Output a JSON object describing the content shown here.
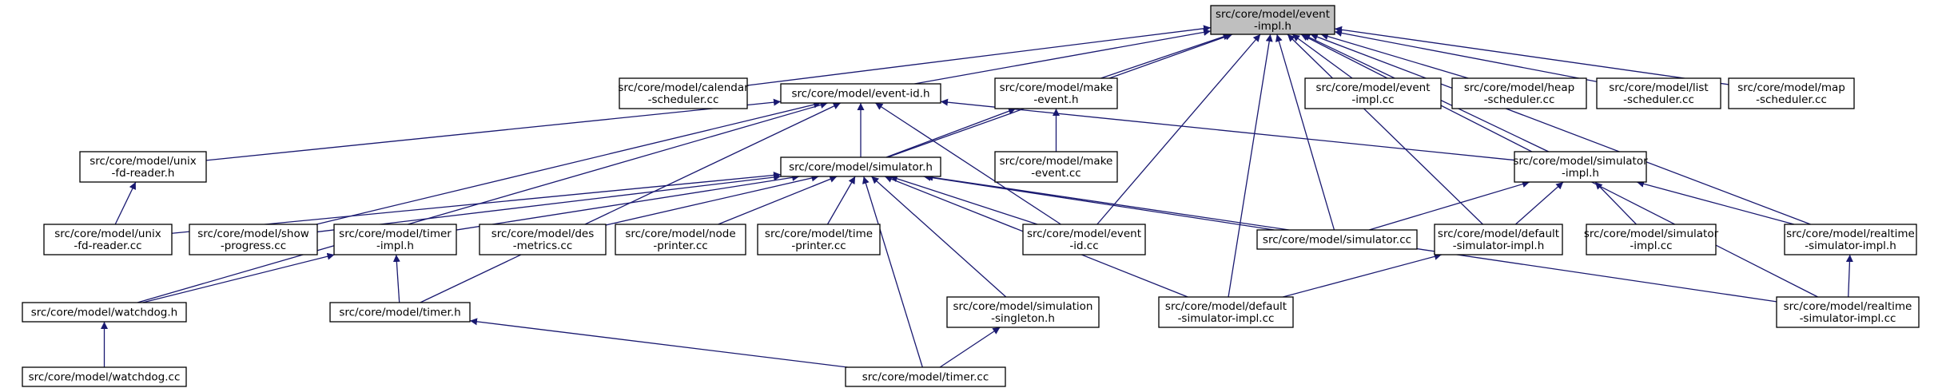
{
  "arrow_color": "#191970",
  "root_fill": "#bfbfbf",
  "nodes": [
    {
      "id": "event-impl-h",
      "lines": [
        "src/core/model/event",
        "-impl.h"
      ],
      "root": true
    },
    {
      "id": "calendar-scheduler-cc",
      "lines": [
        "src/core/model/calendar",
        "-scheduler.cc"
      ]
    },
    {
      "id": "event-id-h",
      "lines": [
        "src/core/model/event-id.h"
      ]
    },
    {
      "id": "make-event-h",
      "lines": [
        "src/core/model/make",
        "-event.h"
      ]
    },
    {
      "id": "event-impl-cc",
      "lines": [
        "src/core/model/event",
        "-impl.cc"
      ]
    },
    {
      "id": "heap-scheduler-cc",
      "lines": [
        "src/core/model/heap",
        "-scheduler.cc"
      ]
    },
    {
      "id": "list-scheduler-cc",
      "lines": [
        "src/core/model/list",
        "-scheduler.cc"
      ]
    },
    {
      "id": "map-scheduler-cc",
      "lines": [
        "src/core/model/map",
        "-scheduler.cc"
      ]
    },
    {
      "id": "unix-fd-reader-h",
      "lines": [
        "src/core/model/unix",
        "-fd-reader.h"
      ]
    },
    {
      "id": "simulator-h",
      "lines": [
        "src/core/model/simulator.h"
      ]
    },
    {
      "id": "make-event-cc",
      "lines": [
        "src/core/model/make",
        "-event.cc"
      ]
    },
    {
      "id": "simulator-impl-h",
      "lines": [
        "src/core/model/simulator",
        "-impl.h"
      ]
    },
    {
      "id": "unix-fd-reader-cc",
      "lines": [
        "src/core/model/unix",
        "-fd-reader.cc"
      ]
    },
    {
      "id": "show-progress-cc",
      "lines": [
        "src/core/model/show",
        "-progress.cc"
      ]
    },
    {
      "id": "timer-impl-h",
      "lines": [
        "src/core/model/timer",
        "-impl.h"
      ]
    },
    {
      "id": "des-metrics-cc",
      "lines": [
        "src/core/model/des",
        "-metrics.cc"
      ]
    },
    {
      "id": "node-printer-cc",
      "lines": [
        "src/core/model/node",
        "-printer.cc"
      ]
    },
    {
      "id": "time-printer-cc",
      "lines": [
        "src/core/model/time",
        "-printer.cc"
      ]
    },
    {
      "id": "event-id-cc",
      "lines": [
        "src/core/model/event",
        "-id.cc"
      ]
    },
    {
      "id": "simulator-cc",
      "lines": [
        "src/core/model/simulator.cc"
      ]
    },
    {
      "id": "default-simulator-impl-h",
      "lines": [
        "src/core/model/default",
        "-simulator-impl.h"
      ]
    },
    {
      "id": "simulator-impl-cc",
      "lines": [
        "src/core/model/simulator",
        "-impl.cc"
      ]
    },
    {
      "id": "realtime-simulator-impl-h",
      "lines": [
        "src/core/model/realtime",
        "-simulator-impl.h"
      ]
    },
    {
      "id": "watchdog-h",
      "lines": [
        "src/core/model/watchdog.h"
      ]
    },
    {
      "id": "timer-h",
      "lines": [
        "src/core/model/timer.h"
      ]
    },
    {
      "id": "simulation-singleton-h",
      "lines": [
        "src/core/model/simulation",
        "-singleton.h"
      ]
    },
    {
      "id": "default-simulator-impl-cc",
      "lines": [
        "src/core/model/default",
        "-simulator-impl.cc"
      ]
    },
    {
      "id": "realtime-simulator-impl-cc",
      "lines": [
        "src/core/model/realtime",
        "-simulator-impl.cc"
      ]
    },
    {
      "id": "watchdog-cc",
      "lines": [
        "src/core/model/watchdog.cc"
      ]
    },
    {
      "id": "timer-cc",
      "lines": [
        "src/core/model/timer.cc"
      ]
    }
  ],
  "edges": [
    {
      "from": "calendar-scheduler-cc",
      "to": "event-impl-h"
    },
    {
      "from": "event-id-h",
      "to": "event-impl-h"
    },
    {
      "from": "make-event-h",
      "to": "event-impl-h"
    },
    {
      "from": "event-impl-cc",
      "to": "event-impl-h"
    },
    {
      "from": "heap-scheduler-cc",
      "to": "event-impl-h"
    },
    {
      "from": "list-scheduler-cc",
      "to": "event-impl-h"
    },
    {
      "from": "map-scheduler-cc",
      "to": "event-impl-h"
    },
    {
      "from": "simulator-h",
      "to": "event-impl-h"
    },
    {
      "from": "event-id-cc",
      "to": "event-impl-h"
    },
    {
      "from": "simulator-cc",
      "to": "event-impl-h"
    },
    {
      "from": "default-simulator-impl-h",
      "to": "event-impl-h"
    },
    {
      "from": "default-simulator-impl-cc",
      "to": "event-impl-h"
    },
    {
      "from": "simulator-impl-h",
      "to": "event-impl-h"
    },
    {
      "from": "realtime-simulator-impl-h",
      "to": "event-impl-h"
    },
    {
      "from": "realtime-simulator-impl-cc",
      "to": "event-impl-h"
    },
    {
      "from": "simulator-h",
      "to": "event-id-h"
    },
    {
      "from": "unix-fd-reader-h",
      "to": "event-id-h"
    },
    {
      "from": "show-progress-cc",
      "to": "event-id-h"
    },
    {
      "from": "event-id-cc",
      "to": "event-id-h"
    },
    {
      "from": "simulator-impl-h",
      "to": "event-id-h"
    },
    {
      "from": "watchdog-h",
      "to": "event-id-h"
    },
    {
      "from": "timer-h",
      "to": "event-id-h"
    },
    {
      "from": "simulator-h",
      "to": "make-event-h"
    },
    {
      "from": "make-event-cc",
      "to": "make-event-h"
    },
    {
      "from": "unix-fd-reader-cc",
      "to": "simulator-h"
    },
    {
      "from": "show-progress-cc",
      "to": "simulator-h"
    },
    {
      "from": "timer-impl-h",
      "to": "simulator-h"
    },
    {
      "from": "des-metrics-cc",
      "to": "simulator-h"
    },
    {
      "from": "node-printer-cc",
      "to": "simulator-h"
    },
    {
      "from": "time-printer-cc",
      "to": "simulator-h"
    },
    {
      "from": "event-id-cc",
      "to": "simulator-h"
    },
    {
      "from": "simulator-cc",
      "to": "simulator-h"
    },
    {
      "from": "simulation-singleton-h",
      "to": "simulator-h"
    },
    {
      "from": "default-simulator-impl-cc",
      "to": "simulator-h"
    },
    {
      "from": "realtime-simulator-impl-cc",
      "to": "simulator-h"
    },
    {
      "from": "timer-cc",
      "to": "simulator-h"
    },
    {
      "from": "unix-fd-reader-cc",
      "to": "unix-fd-reader-h"
    },
    {
      "from": "simulator-cc",
      "to": "simulator-impl-h"
    },
    {
      "from": "default-simulator-impl-h",
      "to": "simulator-impl-h"
    },
    {
      "from": "simulator-impl-cc",
      "to": "simulator-impl-h"
    },
    {
      "from": "realtime-simulator-impl-h",
      "to": "simulator-impl-h"
    },
    {
      "from": "watchdog-h",
      "to": "timer-impl-h"
    },
    {
      "from": "timer-h",
      "to": "timer-impl-h"
    },
    {
      "from": "default-simulator-impl-cc",
      "to": "default-simulator-impl-h"
    },
    {
      "from": "realtime-simulator-impl-cc",
      "to": "realtime-simulator-impl-h"
    },
    {
      "from": "watchdog-cc",
      "to": "watchdog-h"
    },
    {
      "from": "timer-cc",
      "to": "timer-h"
    },
    {
      "from": "timer-cc",
      "to": "simulation-singleton-h"
    }
  ]
}
